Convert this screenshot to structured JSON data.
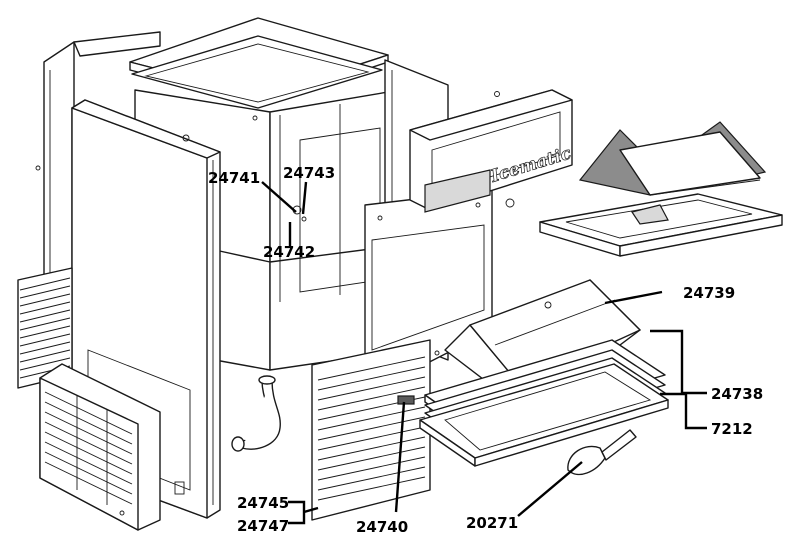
{
  "brand_label": "Icematic",
  "callouts": {
    "c24741": "24741",
    "c24743": "24743",
    "c24742": "24742",
    "c24739": "24739",
    "c24738": "24738",
    "c7212": "7212",
    "c20271": "20271",
    "c24745": "24745",
    "c24747": "24747",
    "c24740": "24740"
  }
}
